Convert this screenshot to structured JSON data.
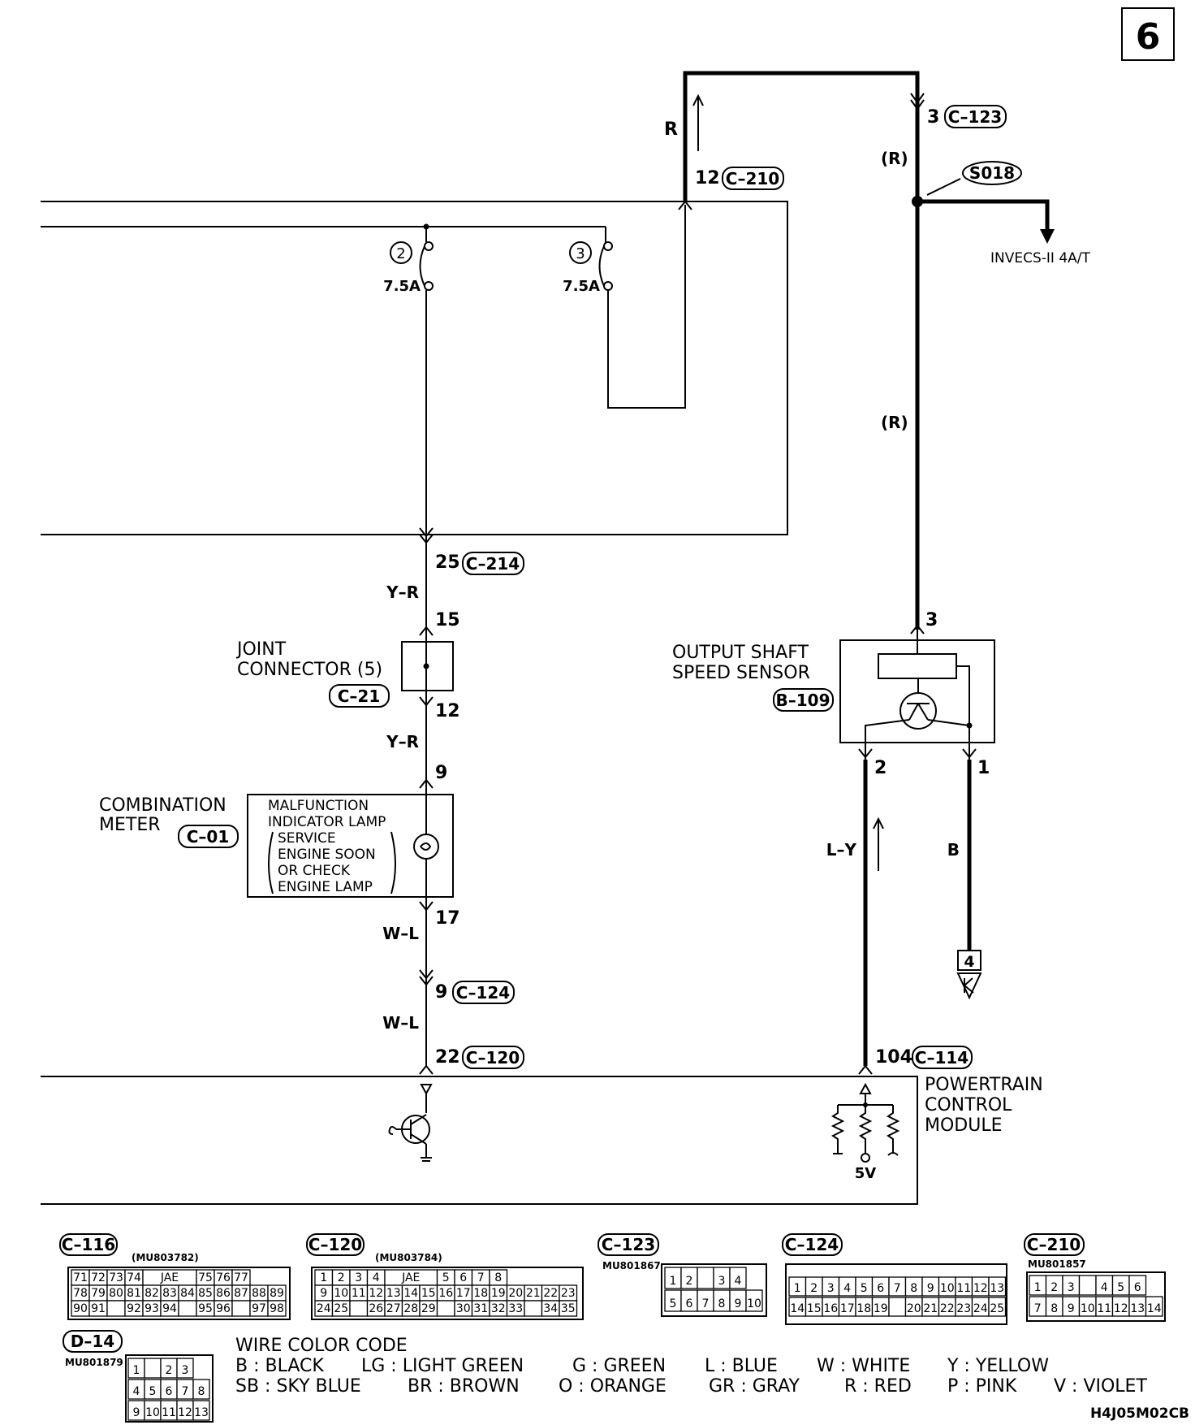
{
  "page_number": "6",
  "fuses": [
    {
      "number": "2",
      "rating": "7.5A"
    },
    {
      "number": "3",
      "rating": "7.5A"
    }
  ],
  "wires": {
    "r_top": "R",
    "r_right_upper": "(R)",
    "r_right_mid": "(R)",
    "yr_upper": "Y–R",
    "yr_lower": "Y–R",
    "wl_upper": "W–L",
    "wl_lower": "W–L",
    "ly": "L–Y",
    "b": "B"
  },
  "pins": {
    "c210": "12",
    "c123": "3",
    "c214": "25",
    "jc_in": "15",
    "jc_out": "12",
    "cm_in": "9",
    "cm_out": "17",
    "c124": "9",
    "c120": "22",
    "oss_in": "3",
    "oss_2": "2",
    "oss_1": "1",
    "c114": "104"
  },
  "connectors": {
    "c210": "C–210",
    "c123": "C–123",
    "c214": "C–214",
    "c21": "C–21",
    "c01": "C–01",
    "c124": "C–124",
    "c120": "C–120",
    "c114": "C–114",
    "b109": "B–109"
  },
  "splice": "S018",
  "invecs": "INVECS-II 4A/T",
  "joint_connector": {
    "line1": "JOINT",
    "line2": "CONNECTOR (5)"
  },
  "combination_meter": {
    "line1": "COMBINATION",
    "line2": "METER"
  },
  "mil": {
    "line1": "MALFUNCTION",
    "line2": "INDICATOR LAMP",
    "line3": "SERVICE",
    "line4": "ENGINE SOON",
    "line5": "OR CHECK",
    "line6": "ENGINE LAMP"
  },
  "oss": {
    "line1": "OUTPUT SHAFT",
    "line2": "SPEED SENSOR"
  },
  "ground_ref": "4",
  "pcm": {
    "line1": "POWERTRAIN",
    "line2": "CONTROL",
    "line3": "MODULE",
    "voltage": "5V"
  },
  "connector_views": [
    {
      "id": "C–116",
      "part": "(MU803782)"
    },
    {
      "id": "C–120",
      "part": "(MU803784)"
    },
    {
      "id": "C–123",
      "part": "MU801867"
    },
    {
      "id": "C–124",
      "part": ""
    },
    {
      "id": "C–210",
      "part": "MU801857"
    },
    {
      "id": "D–14",
      "part": "MU801879"
    }
  ],
  "grids": {
    "c116": {
      "row1": [
        "71",
        "72",
        "73",
        "74",
        "JAE",
        "75",
        "76",
        "77"
      ],
      "row2": [
        "78",
        "79",
        "80",
        "81",
        "82",
        "83",
        "84",
        "85",
        "86",
        "87",
        "88",
        "89"
      ],
      "row3": [
        "90",
        "91",
        "",
        "92",
        "93",
        "94",
        "",
        "95",
        "96",
        "",
        "97",
        "98"
      ]
    },
    "c120": {
      "row1": [
        "1",
        "2",
        "3",
        "4",
        "JAE",
        "5",
        "6",
        "7",
        "8"
      ],
      "row2": [
        "9",
        "10",
        "11",
        "12",
        "13",
        "14",
        "15",
        "16",
        "17",
        "18",
        "19",
        "20",
        "21",
        "22",
        "23"
      ],
      "row3": [
        "24",
        "25",
        "",
        "26",
        "27",
        "28",
        "29",
        "",
        "30",
        "31",
        "32",
        "33",
        "",
        "34",
        "35"
      ]
    },
    "c123": {
      "row1": [
        "1",
        "2",
        "",
        "3",
        "4"
      ],
      "row2": [
        "5",
        "6",
        "7",
        "8",
        "9",
        "10"
      ]
    },
    "c124": {
      "row1": [
        "1",
        "2",
        "3",
        "4",
        "5",
        "6",
        "7",
        "8",
        "9",
        "10",
        "11",
        "12",
        "13"
      ],
      "row2": [
        "14",
        "15",
        "16",
        "17",
        "18",
        "19",
        "",
        "20",
        "21",
        "22",
        "23",
        "24",
        "25"
      ]
    },
    "c210": {
      "row1": [
        "1",
        "2",
        "3",
        "",
        "4",
        "5",
        "6"
      ],
      "row2": [
        "7",
        "8",
        "9",
        "10",
        "11",
        "12",
        "13",
        "14"
      ]
    },
    "d14": {
      "row1": [
        "1",
        "",
        "2",
        "3"
      ],
      "row2": [
        "4",
        "5",
        "6",
        "7",
        "8"
      ],
      "row3": [
        "9",
        "10",
        "11",
        "12",
        "13"
      ]
    }
  },
  "legend": {
    "title": "WIRE COLOR CODE",
    "row1": [
      "B : BLACK",
      "LG : LIGHT GREEN",
      "G : GREEN",
      "L : BLUE",
      "W : WHITE",
      "Y : YELLOW"
    ],
    "row2": [
      "SB : SKY BLUE",
      "BR : BROWN",
      "O : ORANGE",
      "GR : GRAY",
      "R : RED",
      "P : PINK",
      "V : VIOLET"
    ]
  },
  "diagram_code": "H4J05M02CB"
}
